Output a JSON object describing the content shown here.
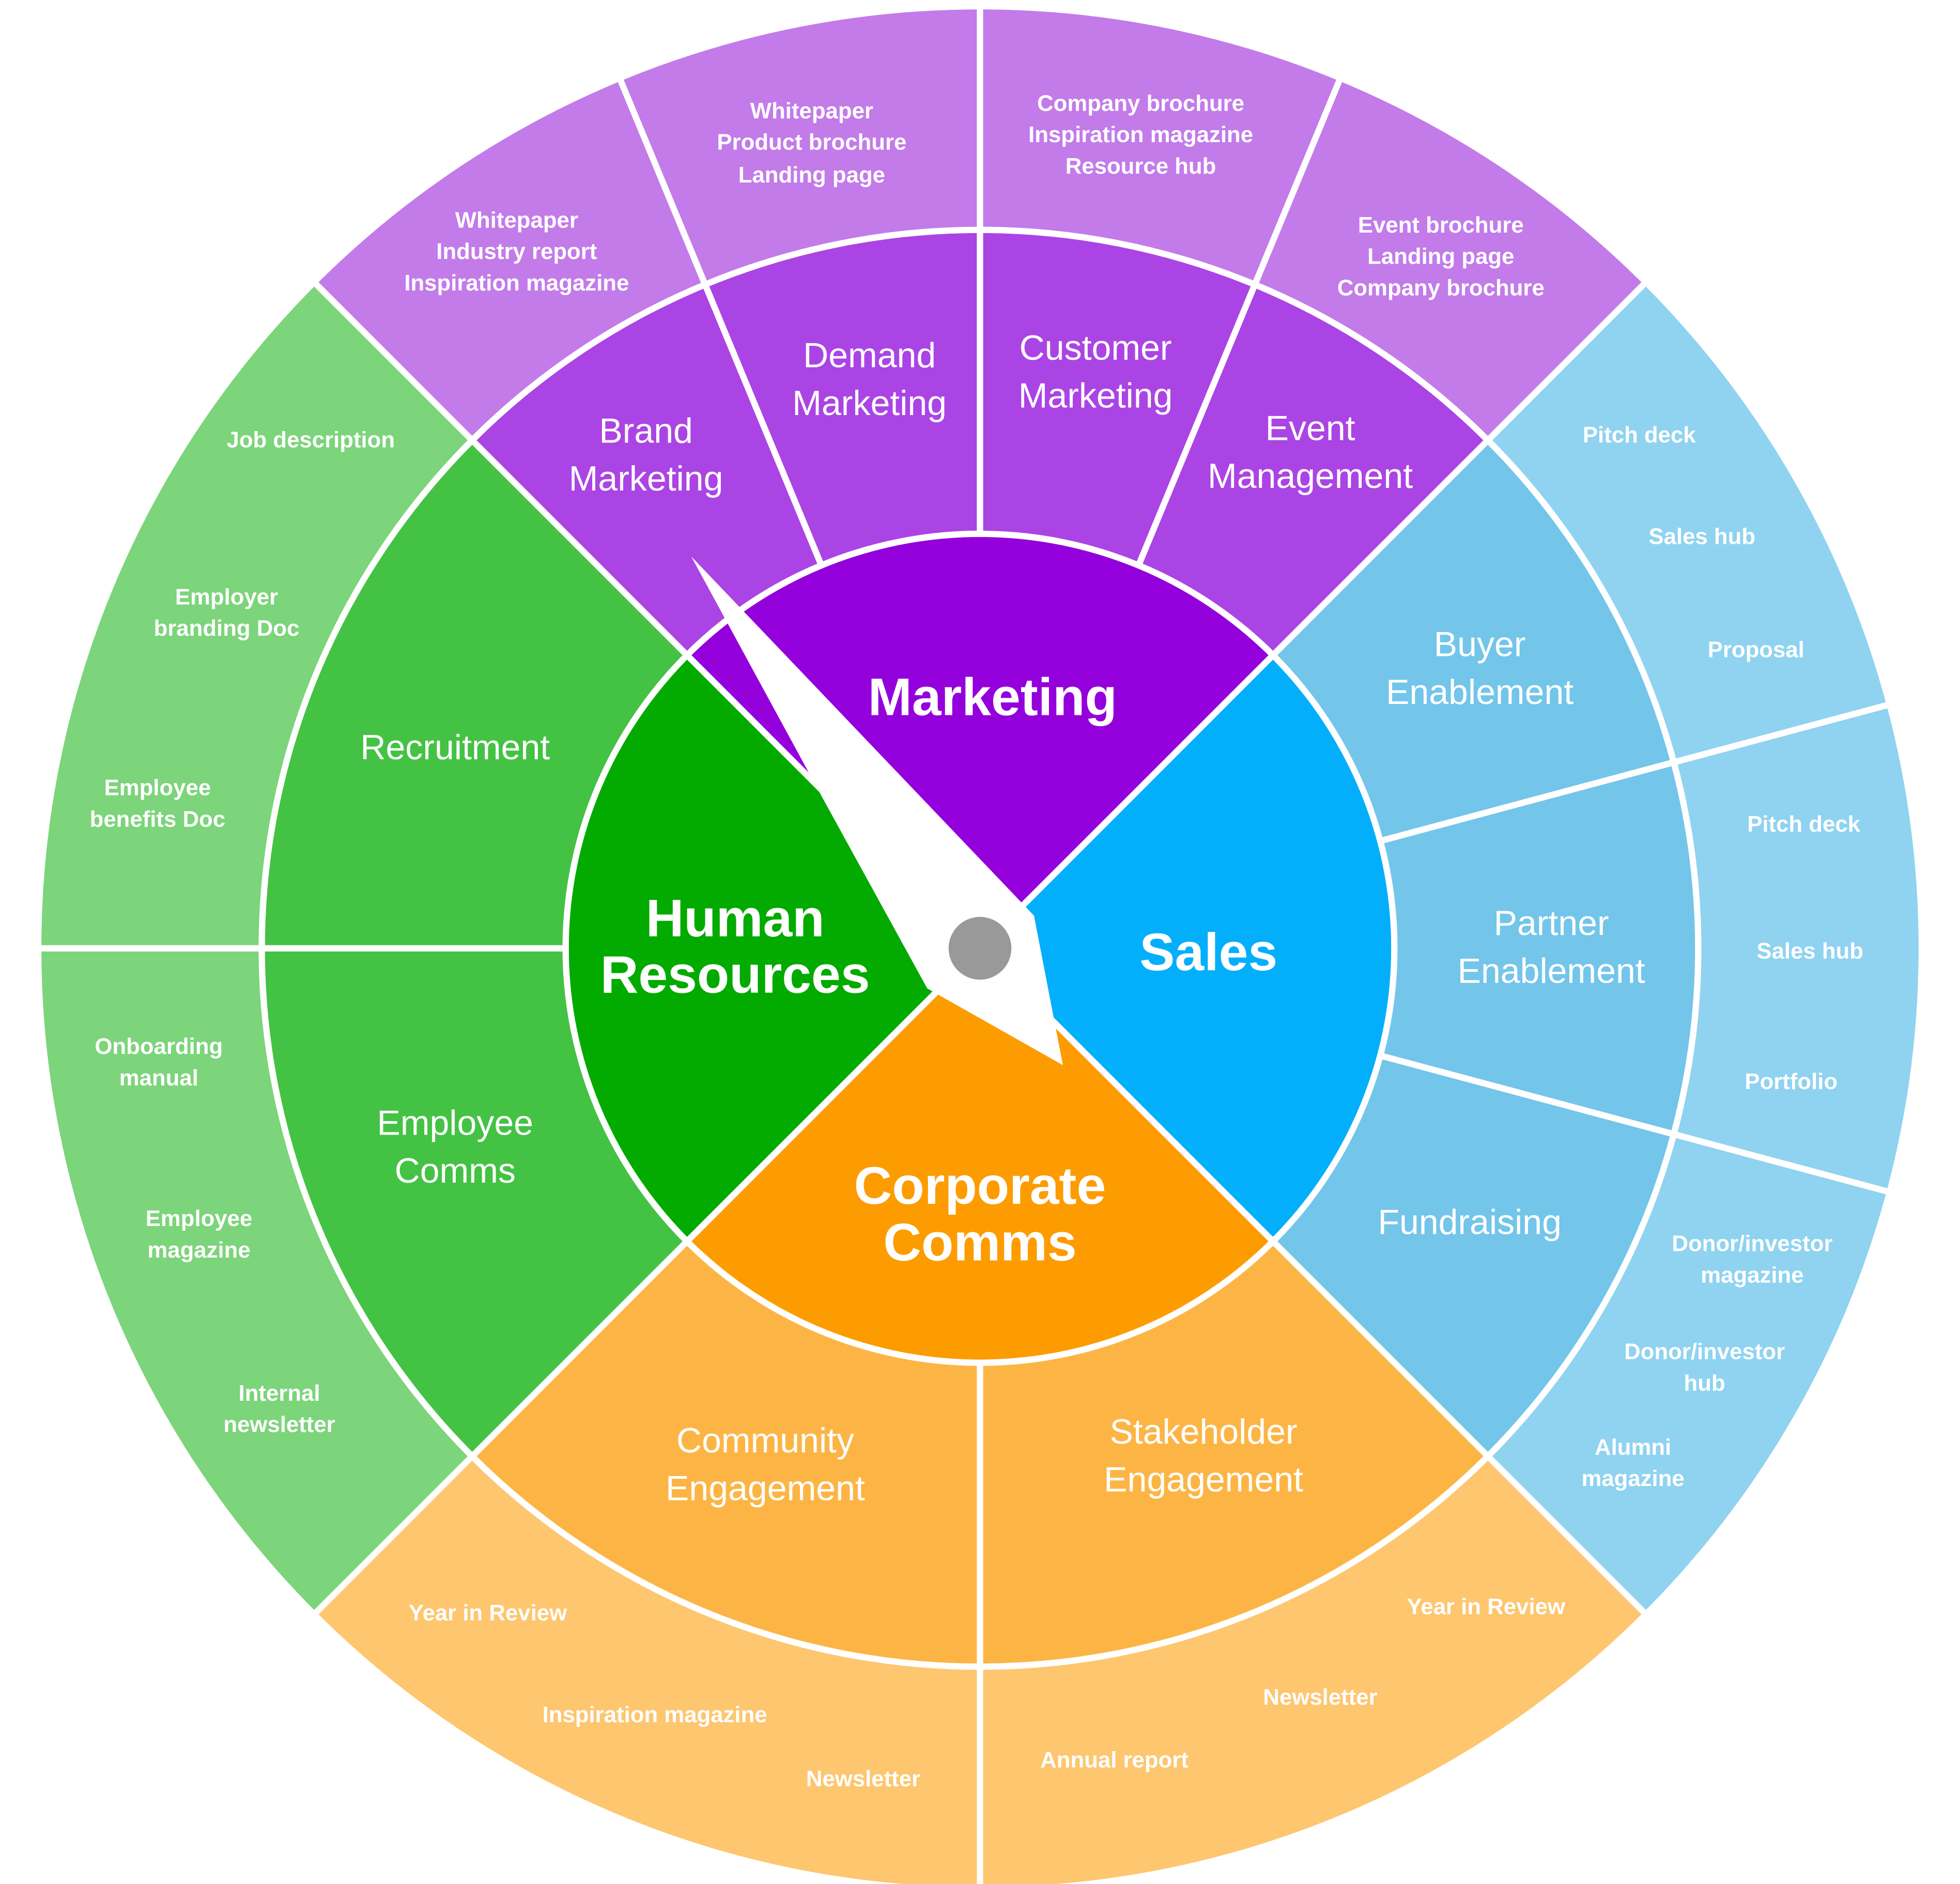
{
  "categories": [
    {
      "label": [
        "Marketing"
      ],
      "colors": {
        "inner": "#9400DC",
        "middle": "#AB44E4",
        "outer": "#C27BE9"
      },
      "subs": [
        {
          "label": [
            "Brand",
            "Marketing"
          ],
          "items": [
            [
              "Whitepaper"
            ],
            [
              "Industry report"
            ],
            [
              "Inspiration magazine"
            ]
          ]
        },
        {
          "label": [
            "Demand",
            "Marketing"
          ],
          "items": [
            [
              "Whitepaper"
            ],
            [
              "Product brochure"
            ],
            [
              "Landing page"
            ]
          ]
        },
        {
          "label": [
            "Customer",
            "Marketing"
          ],
          "items": [
            [
              "Company brochure"
            ],
            [
              "Inspiration magazine"
            ],
            [
              "Resource hub"
            ]
          ]
        },
        {
          "label": [
            "Event",
            "Management"
          ],
          "items": [
            [
              "Event brochure"
            ],
            [
              "Landing page"
            ],
            [
              "Company brochure"
            ]
          ]
        }
      ]
    },
    {
      "label": [
        "Sales"
      ],
      "colors": {
        "inner": "#03AFFB",
        "middle": "#73C5EA",
        "outer": "#8FD3F0"
      },
      "subs": [
        {
          "label": [
            "Buyer",
            "Enablement"
          ],
          "items": [
            [
              "Pitch deck"
            ],
            [
              "Sales hub"
            ],
            [
              "Proposal"
            ]
          ]
        },
        {
          "label": [
            "Partner",
            "Enablement"
          ],
          "items": [
            [
              "Pitch deck"
            ],
            [
              "Sales hub"
            ],
            [
              "Portfolio"
            ]
          ]
        },
        {
          "label": [
            "Fundraising"
          ],
          "items": [
            [
              "Donor/investor",
              "magazine"
            ],
            [
              "Donor/investor",
              "hub"
            ],
            [
              "Alumni",
              "magazine"
            ]
          ]
        }
      ]
    },
    {
      "label": [
        "Corporate",
        "Comms"
      ],
      "colors": {
        "inner": "#FD9C00",
        "middle": "#FCB545",
        "outer": "#FDC66F"
      },
      "subs": [
        {
          "label": [
            "Stakeholder",
            "Engagement"
          ],
          "items": [
            [
              "Year in Review"
            ],
            [
              "Newsletter"
            ],
            [
              "Annual report"
            ]
          ]
        },
        {
          "label": [
            "Community",
            "Engagement"
          ],
          "items": [
            [
              "Year in Review"
            ],
            [
              "Inspiration magazine"
            ],
            [
              "Newsletter"
            ]
          ]
        }
      ]
    },
    {
      "label": [
        "Human",
        "Resources"
      ],
      "colors": {
        "inner": "#03AA00",
        "middle": "#44C244",
        "outer": "#7CD47B"
      },
      "subs": [
        {
          "label": [
            "Employee",
            "Comms"
          ],
          "items": [
            [
              "Onboarding",
              "manual"
            ],
            [
              "Employee",
              "magazine"
            ],
            [
              "Internal",
              "newsletter"
            ]
          ]
        },
        {
          "label": [
            "Recruitment"
          ],
          "items": [
            [
              "Job description"
            ],
            [
              "Employer",
              "branding Doc"
            ],
            [
              "Employee",
              "benefits Doc"
            ]
          ]
        }
      ]
    }
  ],
  "needle": {
    "color": "#FFFFFF",
    "hub_color": "#999999"
  }
}
